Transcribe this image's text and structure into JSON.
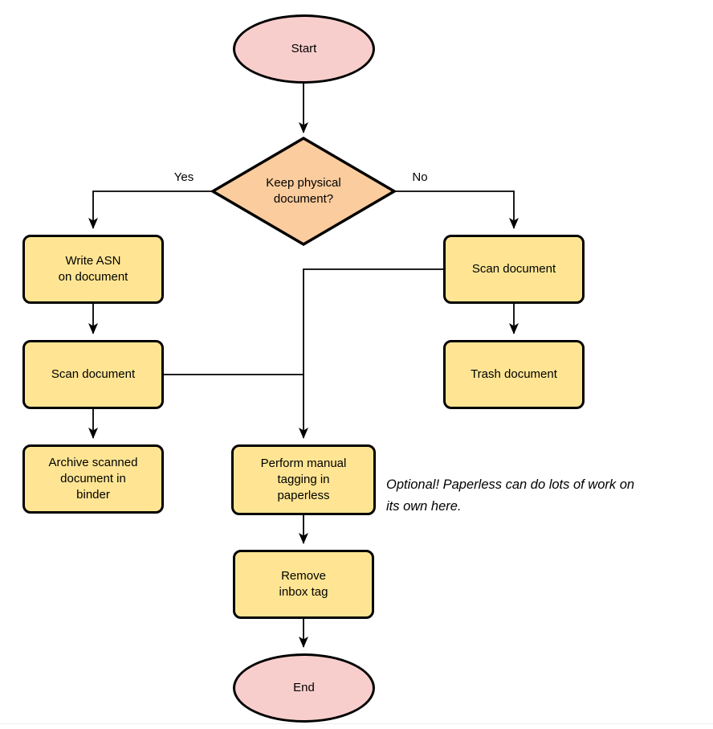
{
  "diagram": {
    "nodes": {
      "start": {
        "label": "Start",
        "shape": "ellipse",
        "fill": "#f8cecc"
      },
      "decision": {
        "label": "Keep physical\ndocument?",
        "shape": "diamond",
        "fill": "#fbcc9d"
      },
      "write_asn": {
        "label": "Write ASN\non document",
        "shape": "rect",
        "fill": "#ffe593"
      },
      "scan_left": {
        "label": "Scan document",
        "shape": "rect",
        "fill": "#ffe593"
      },
      "archive": {
        "label": "Archive scanned\ndocument in\nbinder",
        "shape": "rect",
        "fill": "#ffe593"
      },
      "scan_right": {
        "label": "Scan document",
        "shape": "rect",
        "fill": "#ffe593"
      },
      "trash": {
        "label": "Trash document",
        "shape": "rect",
        "fill": "#ffe593"
      },
      "perform_tagging": {
        "label": "Perform manual\ntagging in\npaperless",
        "shape": "rect",
        "fill": "#ffe593"
      },
      "remove_inbox": {
        "label": "Remove\ninbox tag",
        "shape": "rect",
        "fill": "#ffe593"
      },
      "end": {
        "label": "End",
        "shape": "ellipse",
        "fill": "#f8cecc"
      }
    },
    "edge_labels": {
      "yes": "Yes",
      "no": "No"
    },
    "edges": [
      {
        "from": "start",
        "to": "decision"
      },
      {
        "from": "decision",
        "to": "write_asn",
        "label": "Yes"
      },
      {
        "from": "decision",
        "to": "scan_right",
        "label": "No"
      },
      {
        "from": "write_asn",
        "to": "scan_left"
      },
      {
        "from": "scan_left",
        "to": "archive"
      },
      {
        "from": "scan_left",
        "to": "perform_tagging"
      },
      {
        "from": "scan_right",
        "to": "trash"
      },
      {
        "from": "scan_right",
        "to": "perform_tagging"
      },
      {
        "from": "perform_tagging",
        "to": "remove_inbox"
      },
      {
        "from": "remove_inbox",
        "to": "end"
      }
    ],
    "annotation": "Optional! Paperless can do lots of work on\nits own here.",
    "colors": {
      "process_fill": "#ffe593",
      "decision_fill": "#fbcc9d",
      "terminal_fill": "#f8cecc",
      "stroke": "#000000",
      "background": "#ffffff"
    }
  }
}
